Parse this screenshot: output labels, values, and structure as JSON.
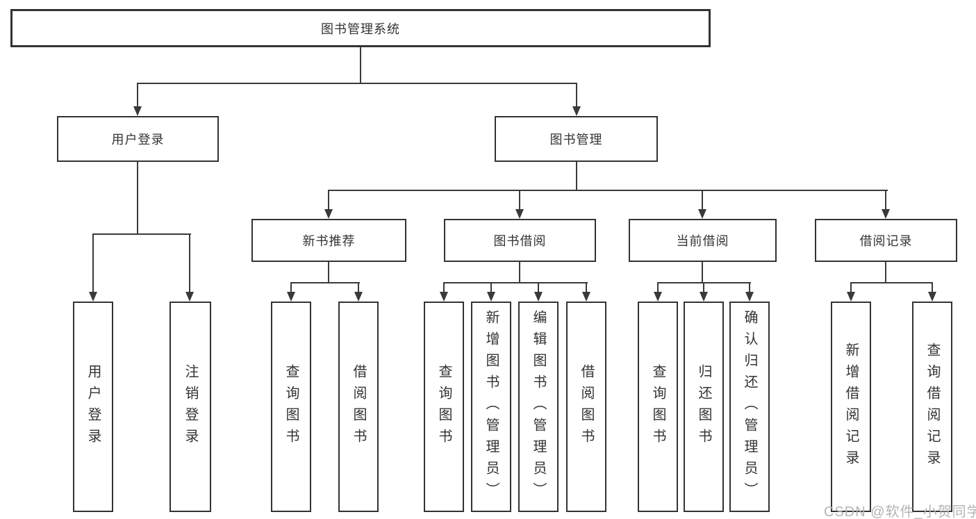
{
  "tree": {
    "root": {
      "label": "图书管理系统"
    },
    "branches": [
      {
        "label": "用户登录",
        "leaves": [
          {
            "label": "用户登录"
          },
          {
            "label": "注销登录"
          }
        ]
      },
      {
        "label": "图书管理",
        "sections": [
          {
            "label": "新书推荐",
            "leaves": [
              {
                "label": "查询图书"
              },
              {
                "label": "借阅图书"
              }
            ]
          },
          {
            "label": "图书借阅",
            "leaves": [
              {
                "label": "查询图书"
              },
              {
                "label": "新增图书（管理员）"
              },
              {
                "label": "编辑图书（管理员）"
              },
              {
                "label": "借阅图书"
              }
            ]
          },
          {
            "label": "当前借阅",
            "leaves": [
              {
                "label": "查询图书"
              },
              {
                "label": "归还图书"
              },
              {
                "label": "确认归还（管理员）"
              }
            ]
          },
          {
            "label": "借阅记录",
            "leaves": [
              {
                "label": "新增借阅记录"
              },
              {
                "label": "查询借阅记录"
              }
            ]
          }
        ]
      }
    ]
  },
  "watermark": {
    "text": "CSDN @软件_小贺同学",
    "color": "#b5b3b8"
  },
  "colors": {
    "line": "#3a3a3a",
    "border": "#333333",
    "text": "#333333",
    "background": "#ffffff"
  }
}
